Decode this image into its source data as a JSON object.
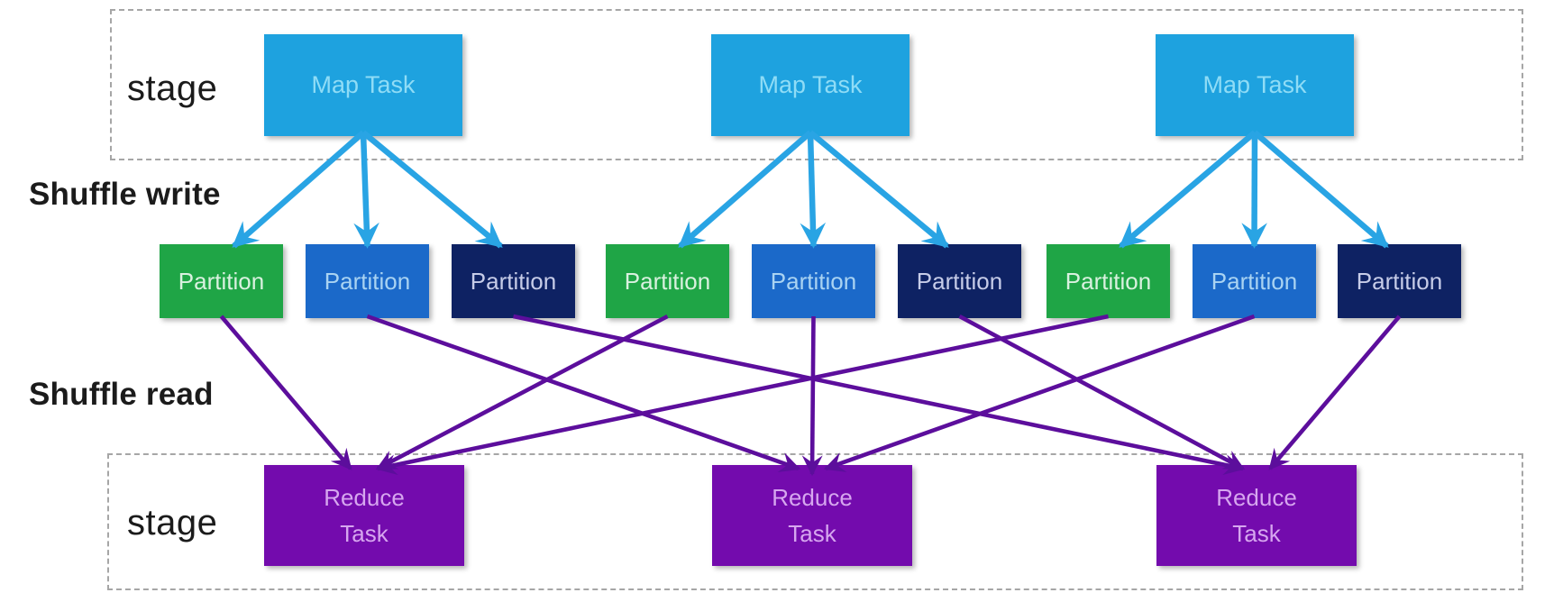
{
  "labels": {
    "stage_top": "stage",
    "stage_bottom": "stage",
    "shuffle_write": "Shuffle write",
    "shuffle_read": "Shuffle read",
    "map_task": "Map Task",
    "partition": "Partition",
    "reduce_line1": "Reduce",
    "reduce_line2": "Task"
  },
  "colors": {
    "map_fill": "#1EA2DF",
    "map_text": "#8FDCF6",
    "partition_green": "#1FA546",
    "partition_green_text": "#D9F1DF",
    "partition_blue": "#1B69C9",
    "partition_blue_text": "#A9D3F2",
    "partition_navy": "#0E2263",
    "partition_navy_text": "#C6CCE8",
    "reduce_fill": "#730BAD",
    "reduce_text": "#D6A6EF",
    "arrow_blue": "#29A4E4",
    "arrow_purple": "#5C0E9C",
    "stage_border": "#A6A6A6",
    "label_text": "#1B1B1B"
  },
  "structure": {
    "map_tasks": [
      "map-1",
      "map-2",
      "map-3"
    ],
    "partitions": [
      {
        "id": "p1",
        "color": "green"
      },
      {
        "id": "p2",
        "color": "blue"
      },
      {
        "id": "p3",
        "color": "navy"
      },
      {
        "id": "p4",
        "color": "green"
      },
      {
        "id": "p5",
        "color": "blue"
      },
      {
        "id": "p6",
        "color": "navy"
      },
      {
        "id": "p7",
        "color": "green"
      },
      {
        "id": "p8",
        "color": "blue"
      },
      {
        "id": "p9",
        "color": "navy"
      }
    ],
    "reduce_tasks": [
      "reduce-1",
      "reduce-2",
      "reduce-3"
    ],
    "shuffle_write_edges": [
      [
        "map-1",
        "p1"
      ],
      [
        "map-1",
        "p2"
      ],
      [
        "map-1",
        "p3"
      ],
      [
        "map-2",
        "p4"
      ],
      [
        "map-2",
        "p5"
      ],
      [
        "map-2",
        "p6"
      ],
      [
        "map-3",
        "p7"
      ],
      [
        "map-3",
        "p8"
      ],
      [
        "map-3",
        "p9"
      ]
    ],
    "shuffle_read_edges": [
      [
        "p1",
        "reduce-1"
      ],
      [
        "p2",
        "reduce-2"
      ],
      [
        "p3",
        "reduce-3"
      ],
      [
        "p4",
        "reduce-1"
      ],
      [
        "p5",
        "reduce-2"
      ],
      [
        "p6",
        "reduce-3"
      ],
      [
        "p7",
        "reduce-1"
      ],
      [
        "p8",
        "reduce-2"
      ],
      [
        "p9",
        "reduce-3"
      ]
    ]
  }
}
